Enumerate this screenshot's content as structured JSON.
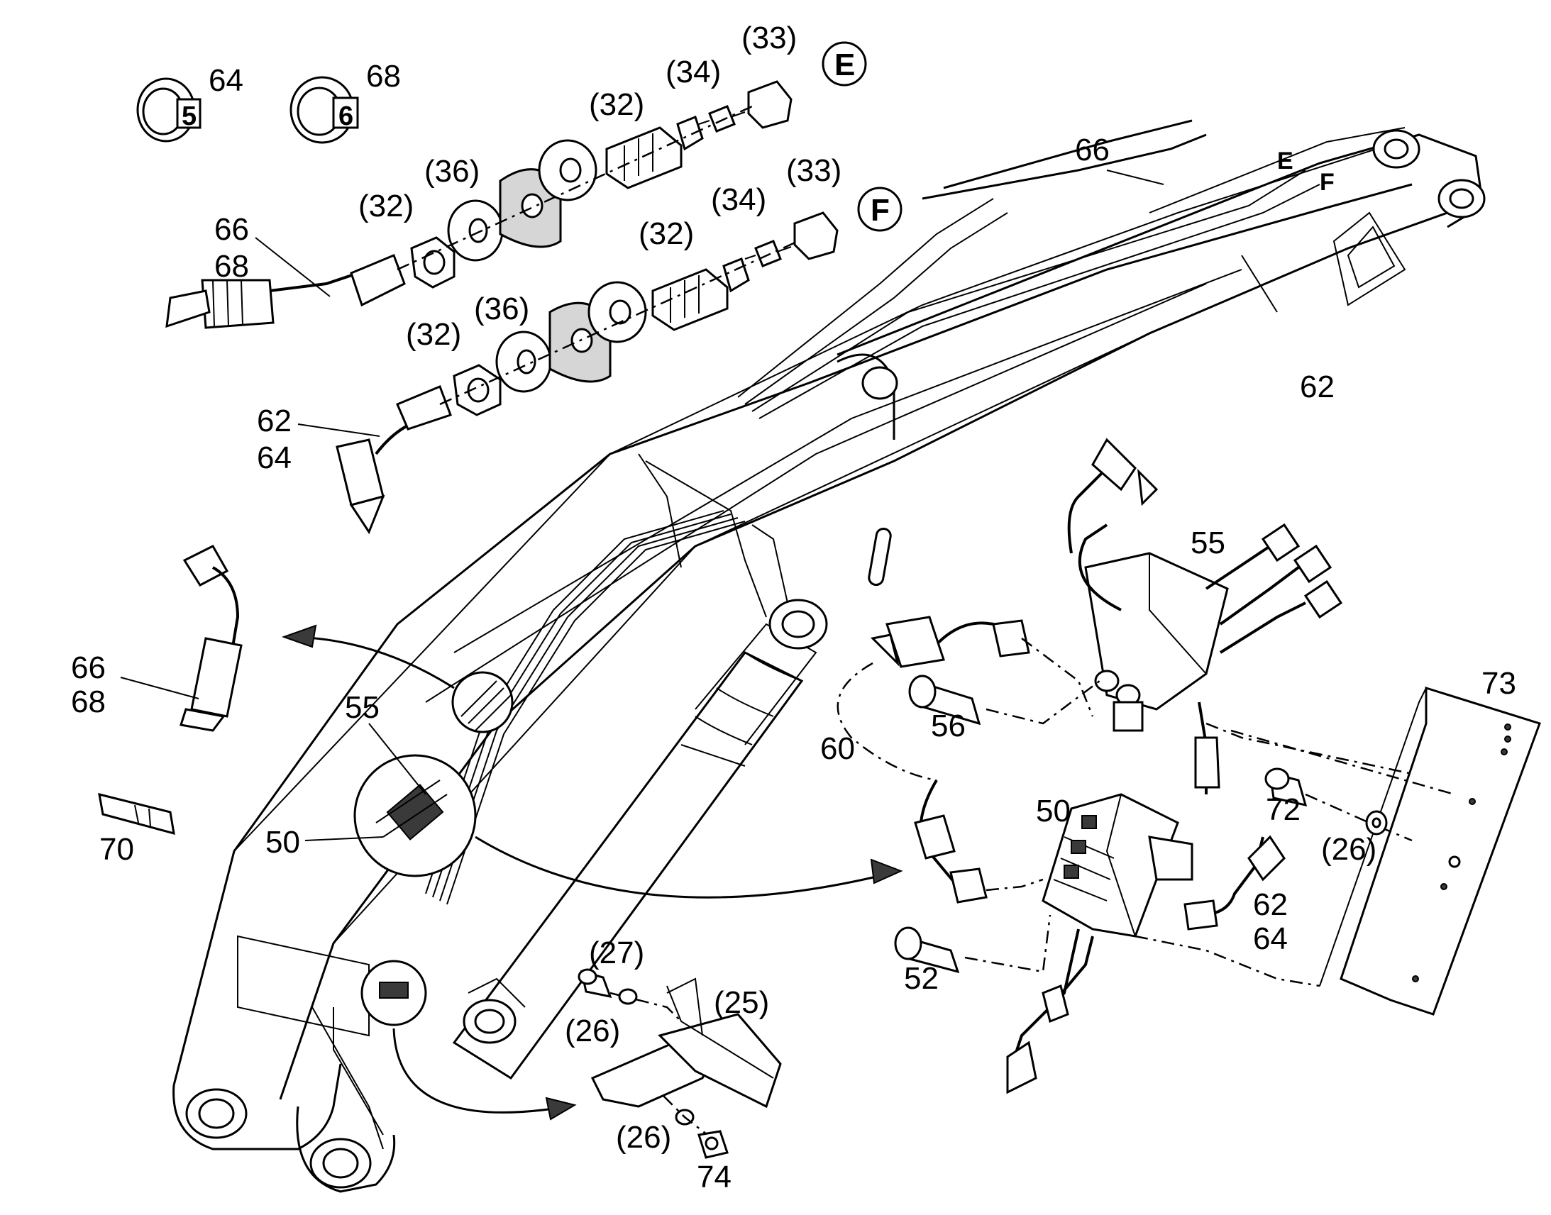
{
  "labels": {
    "l64_top": "64",
    "l68_top": "68",
    "badge5": "5",
    "badge6": "6",
    "l33_e": "(33)",
    "l34_e": "(34)",
    "l32_e": "(32)",
    "circle_e": "E",
    "l36_e": "(36)",
    "l32_e2": "(32)",
    "l66_a": "66",
    "l68_a": "68",
    "l33_f": "(33)",
    "l34_f": "(34)",
    "l32_f": "(32)",
    "circle_f": "F",
    "l36_f": "(36)",
    "l32_f2": "(32)",
    "l62_a": "62",
    "l64_a": "64",
    "l66_boom": "66",
    "mark_e": "E",
    "mark_f": "F",
    "l62_boom": "62",
    "l55_valve": "55",
    "l66_b": "66",
    "l68_b": "68",
    "l55_detail": "55",
    "l50_detail": "50",
    "l70": "70",
    "l56": "56",
    "l60": "60",
    "l73": "73",
    "l72": "72",
    "l50_valve": "50",
    "l26_plate": "(26)",
    "l62_b": "62",
    "l64_b": "64",
    "l52": "52",
    "l27": "(27)",
    "l25": "(25)",
    "l26_a": "(26)",
    "l26_b": "(26)",
    "l74": "74"
  }
}
